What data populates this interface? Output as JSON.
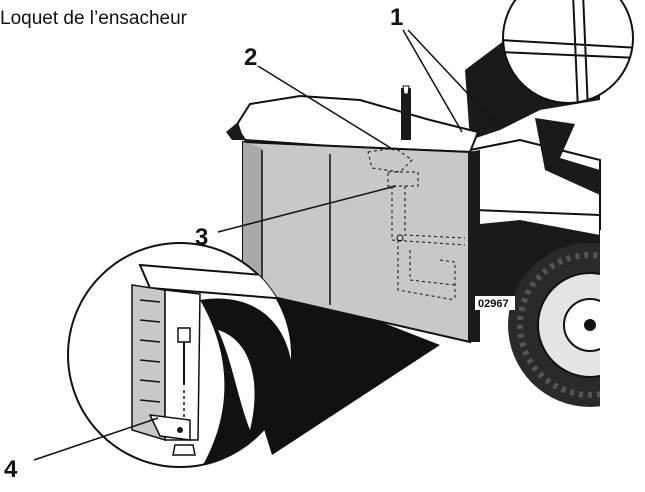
{
  "caption": "Loquet de l’ensacheur",
  "callouts": [
    {
      "id": "1",
      "label": "1"
    },
    {
      "id": "2",
      "label": "2"
    },
    {
      "id": "3",
      "label": "3"
    },
    {
      "id": "4",
      "label": "4"
    }
  ],
  "part_number": "02967",
  "colors": {
    "ink": "#111111",
    "bagger_fill": "#c8c8c8",
    "bagger_shade": "#a9a9a9",
    "dark": "#1a1a1a",
    "tire": "#2a2a2a",
    "hub": "#e4e4e4"
  }
}
